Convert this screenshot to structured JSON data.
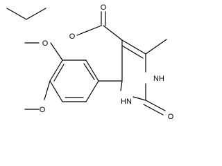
{
  "atoms": {
    "ester_o_carbonyl": "O",
    "ester_o_single": "O",
    "urea_o": "O",
    "nh_upper": "NH",
    "nh_lower": "HN",
    "methoxy_o_upper": "O",
    "methoxy_o_lower": "O"
  }
}
